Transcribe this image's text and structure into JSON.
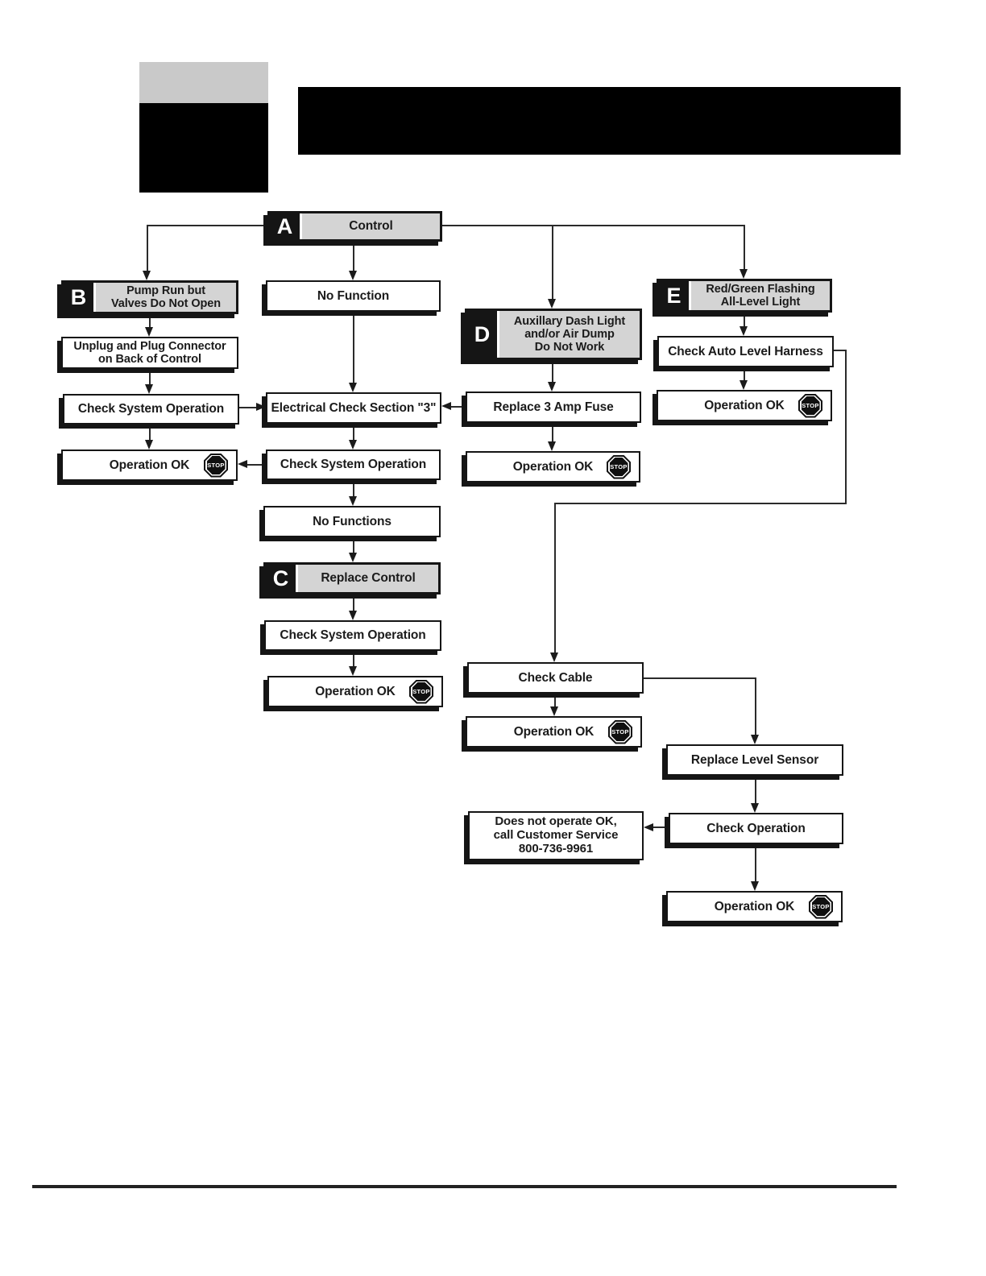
{
  "stop_label": "STOP",
  "colors": {
    "panel_gray": "#d4d4d4",
    "frame_black": "#151515",
    "line_gray": "#2b2b2b"
  },
  "nodes": {
    "control": {
      "letter": "A",
      "label": "Control"
    },
    "pump": {
      "letter": "B",
      "label": "Pump Run but\nValves Do Not Open"
    },
    "no_function": {
      "label": "No Function"
    },
    "aux": {
      "letter": "D",
      "label": "Auxillary Dash Light\nand/or Air Dump\nDo Not Work"
    },
    "redgreen": {
      "letter": "E",
      "label": "Red/Green Flashing\nAll-Level Light"
    },
    "unplug": {
      "label": "Unplug and Plug Connector\non Back of Control"
    },
    "check_auto": {
      "label": "Check Auto Level Harness"
    },
    "check_sys_b": {
      "label": "Check System Operation"
    },
    "electrical": {
      "label": "Electrical Check Section \"3\""
    },
    "replace_fuse": {
      "label": "Replace 3 Amp Fuse"
    },
    "op_ok_e": {
      "label": "Operation OK"
    },
    "op_ok_b": {
      "label": "Operation OK"
    },
    "check_sys_m1": {
      "label": "Check System Operation"
    },
    "op_ok_d": {
      "label": "Operation OK"
    },
    "no_functions": {
      "label": "No Functions"
    },
    "replace_control": {
      "letter": "C",
      "label": "Replace Control"
    },
    "check_sys_m2": {
      "label": "Check System Operation"
    },
    "op_ok_m": {
      "label": "Operation OK"
    },
    "check_cable": {
      "label": "Check Cable"
    },
    "op_ok_cable": {
      "label": "Operation OK"
    },
    "replace_level": {
      "label": "Replace Level Sensor"
    },
    "customer_service": {
      "label": "Does not operate OK,\ncall Customer Service\n800-736-9961"
    },
    "check_operation": {
      "label": "Check Operation"
    },
    "op_ok_final": {
      "label": "Operation OK"
    }
  }
}
